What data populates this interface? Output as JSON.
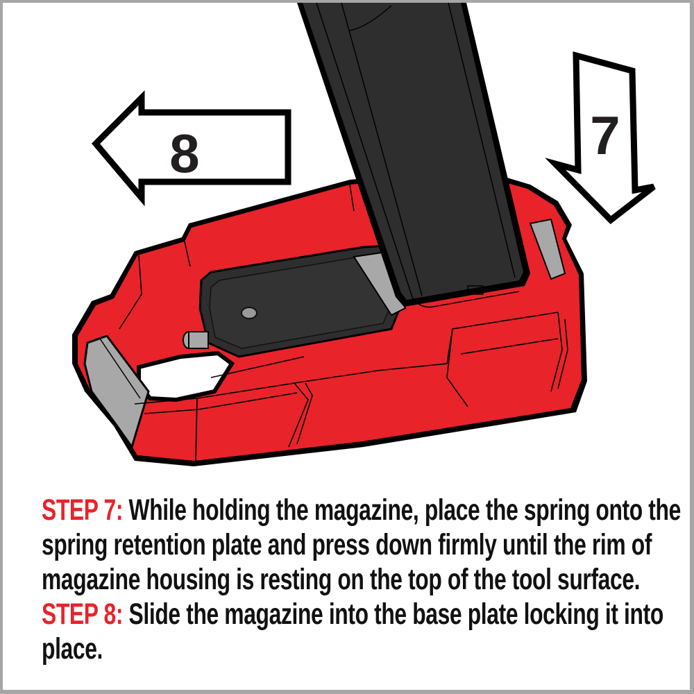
{
  "colors": {
    "frame": "#a6a6a6",
    "background": "#ffffff",
    "accent_red": "#e8232a",
    "tool_red": "#e8232a",
    "magazine_dark": "#2e2e2e",
    "metal_gray": "#a8a8a8",
    "text": "#111111"
  },
  "illustration": {
    "arrow_left": {
      "label": "8",
      "direction": "left"
    },
    "arrow_down": {
      "label": "7",
      "direction": "down"
    },
    "objects": [
      "magazine",
      "red-tool-base",
      "spring-retention-plate",
      "metal-plate"
    ]
  },
  "caption": {
    "step7_label": "STEP 7:",
    "step7_text": " While holding the magazine, place the spring onto the spring retention plate and press down firmly until the rim of magazine housing is resting on the top of the tool surface. ",
    "step8_label": "STEP 8:",
    "step8_text": " Slide the magazine into the base plate locking it into place."
  }
}
